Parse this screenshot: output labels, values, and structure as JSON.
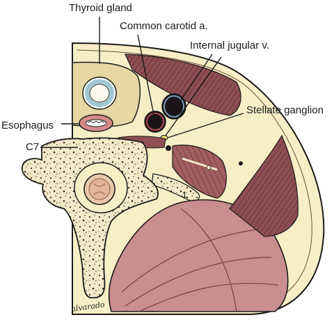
{
  "labels": {
    "thyroid": "Thyroid gland",
    "carotid": "Common carotid a.",
    "jugular": "Internal jugular v.",
    "stellate": "Stellate ganglion",
    "esophagus": "Esophagus",
    "c7": "C7",
    "rib_number": "1"
  },
  "signature": "alvarado",
  "colors": {
    "skin": "#f7eec6",
    "thyroid": "#e6d7a4",
    "muscle": "#8e4f52",
    "muscle_light": "#c98e8e",
    "bone": "#f3e9c9",
    "trachea_ring": "#9fc7d6",
    "esophagus": "#c97a7a",
    "vessel": "#1a1418",
    "ink": "#1a1a1a"
  }
}
